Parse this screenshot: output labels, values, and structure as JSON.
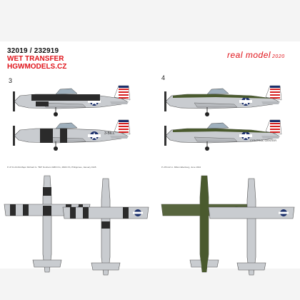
{
  "header": {
    "code": "32019 / 232919",
    "product": "WET TRANSFER",
    "website": "HGWMODELS.CZ"
  },
  "brand": {
    "name": "real model",
    "year": "2020"
  },
  "variants": [
    {
      "number": "3",
      "caption": "P-47 D-23-RA Major Richard G. \"Bill\" Dunham 348th FG, 460th FS, Philippines, January 1945"
    },
    {
      "number": "4",
      "caption": "P-47D-22  Lt. Milton Ellenberg, June 1944"
    }
  ],
  "markings": {
    "code_left": "3-BILL",
    "code_right": "CONTROL CENTER"
  },
  "colors": {
    "brand_red": "#e0141b",
    "olive": "#4a5a2e",
    "silver": "#c9ccd0",
    "insignia_blue": "#1b2f6b"
  }
}
